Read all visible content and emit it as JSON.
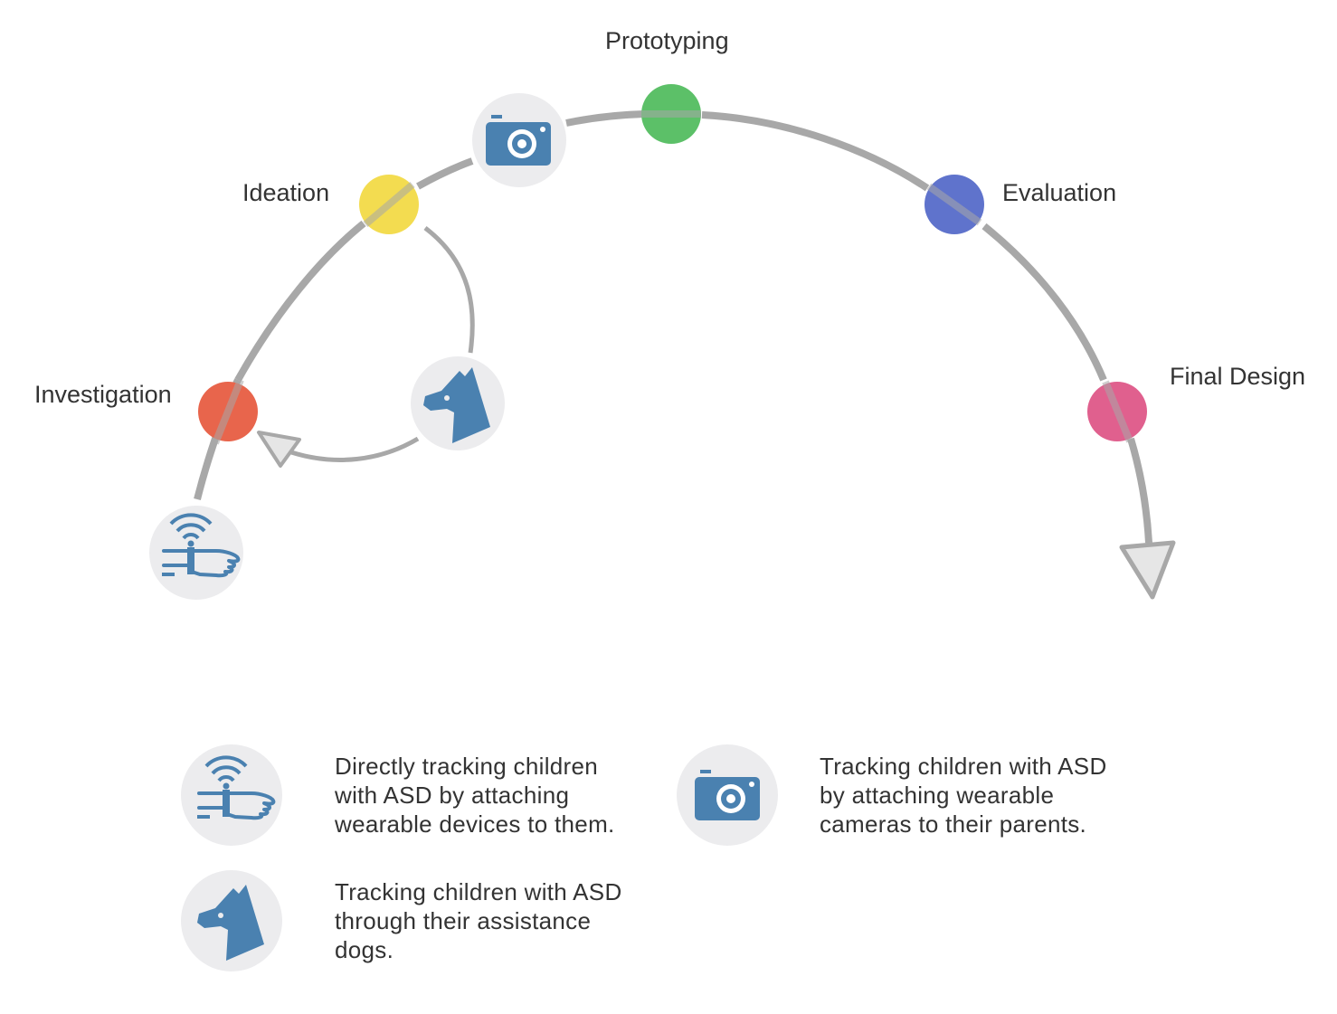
{
  "stages": [
    {
      "id": "investigation",
      "label": "Investigation",
      "color": "#e8654c"
    },
    {
      "id": "ideation",
      "label": "Ideation",
      "color": "#f3dc50"
    },
    {
      "id": "prototyping",
      "label": "Prototyping",
      "color": "#5cc068"
    },
    {
      "id": "evaluation",
      "label": "Evaluation",
      "color": "#5f73cc"
    },
    {
      "id": "final_design",
      "label": "Final Design",
      "color": "#e0608e"
    }
  ],
  "icons": {
    "wearable": "wearable-hand-icon",
    "camera": "camera-icon",
    "dog": "dog-icon"
  },
  "colors": {
    "arc": "#a8a8a8",
    "icon": "#4a81b0",
    "icon_bg": "#ececee",
    "arrowhead_fill": "#e6e6e6"
  },
  "legend": {
    "wearable": "Directly tracking children with ASD by attaching wearable devices to them.",
    "camera": "Tracking children with ASD by attaching wearable cameras to their parents.",
    "dog": "Tracking children with ASD through their assistance dogs."
  }
}
